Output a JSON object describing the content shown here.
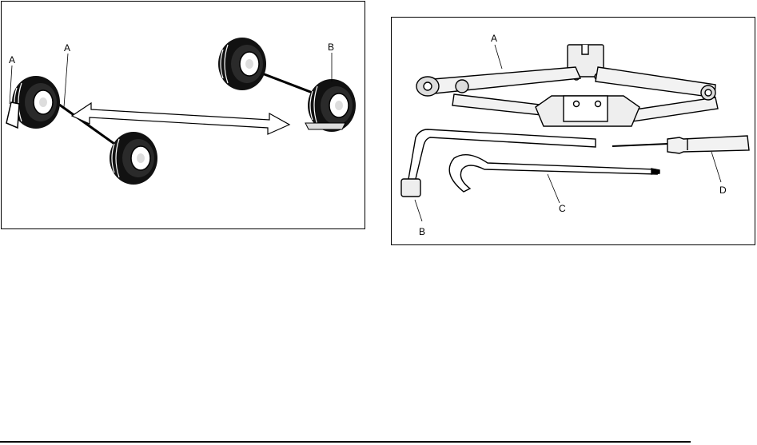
{
  "figures": {
    "wheel_diagram": {
      "callouts": {
        "a_left": "A",
        "a_right": "A",
        "b": "B"
      }
    },
    "tool_kit": {
      "callouts": {
        "a": "A",
        "b": "B",
        "c": "C",
        "d": "D"
      }
    }
  }
}
